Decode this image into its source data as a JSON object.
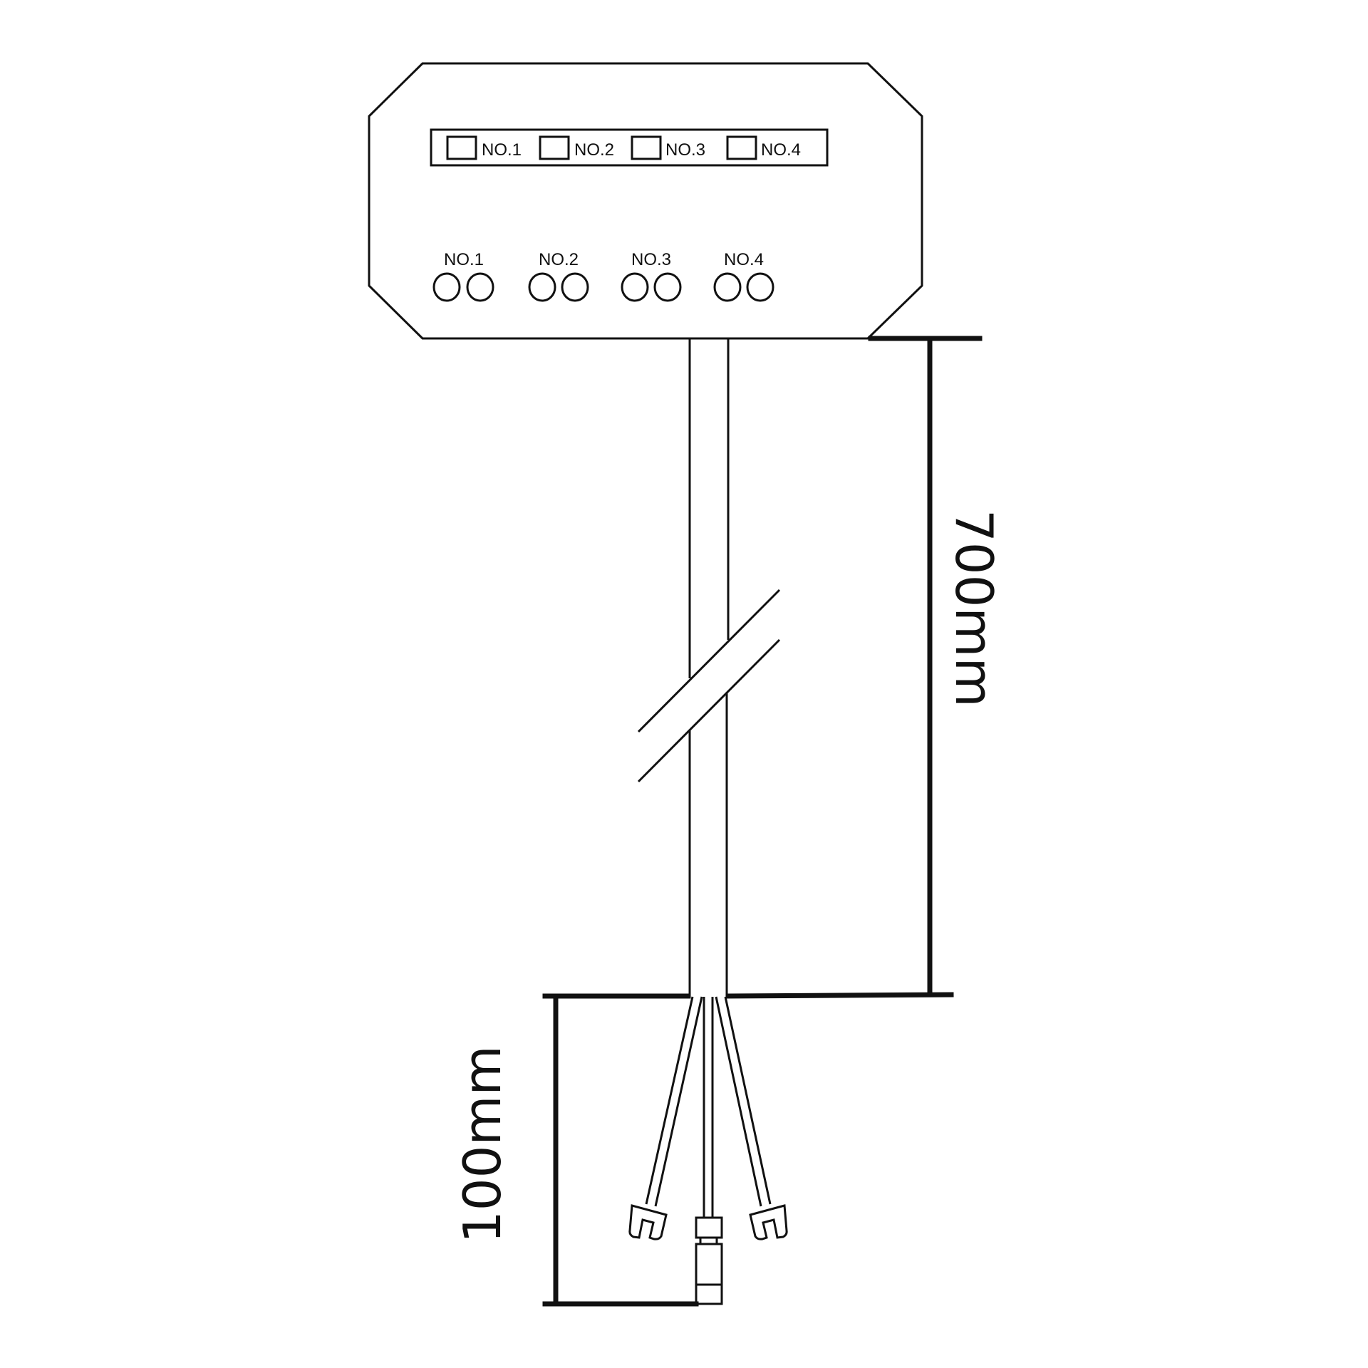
{
  "diagram": {
    "type": "product dimension drawing",
    "device": {
      "shape": "octagonal controller box",
      "switch_strip": {
        "labels": [
          "NO.1",
          "NO.2",
          "NO.3",
          "NO.4"
        ]
      },
      "port_groups": [
        {
          "label": "NO.1",
          "ports": 2
        },
        {
          "label": "NO.2",
          "ports": 2
        },
        {
          "label": "NO.3",
          "ports": 2
        },
        {
          "label": "NO.4",
          "ports": 2
        }
      ]
    },
    "cable": {
      "has_break_symbol": true
    },
    "dimensions": {
      "cable_length": "700mm",
      "lead_length": "100mm"
    },
    "leads": [
      "fork-terminal-left",
      "dc-connector-center",
      "fork-terminal-right"
    ]
  }
}
